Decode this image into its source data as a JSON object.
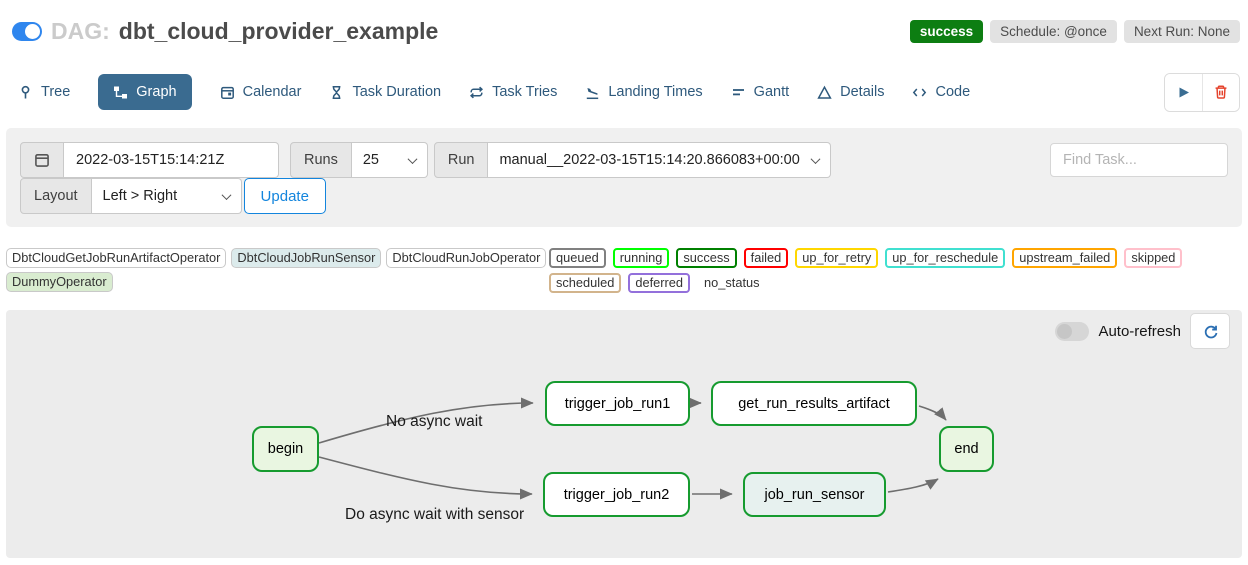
{
  "header": {
    "dag_label": "DAG:",
    "dag_name": "dbt_cloud_provider_example",
    "status_badge": "success",
    "schedule_badge": "Schedule: @once",
    "next_run_badge": "Next Run: None",
    "status_color": "#0d7e12"
  },
  "tabs": [
    {
      "label": "Tree"
    },
    {
      "label": "Graph"
    },
    {
      "label": "Calendar"
    },
    {
      "label": "Task Duration"
    },
    {
      "label": "Task Tries"
    },
    {
      "label": "Landing Times"
    },
    {
      "label": "Gantt"
    },
    {
      "label": "Details"
    },
    {
      "label": "Code"
    }
  ],
  "filters": {
    "date_value": "2022-03-15T15:14:21Z",
    "runs_label": "Runs",
    "runs_value": "25",
    "run_label": "Run",
    "run_value": "manual__2022-03-15T15:14:20.866083+00:00",
    "find_task_placeholder": "Find Task...",
    "layout_label": "Layout",
    "layout_value": "Left > Right",
    "update_label": "Update"
  },
  "legend": {
    "operators": [
      {
        "label": "DbtCloudGetJobRunArtifactOperator",
        "fill": "#ffffff"
      },
      {
        "label": "DbtCloudJobRunSensor",
        "fill": "#dcebec"
      },
      {
        "label": "DbtCloudRunJobOperator",
        "fill": "#ffffff"
      },
      {
        "label": "DummyOperator",
        "fill": "#d9ecd0"
      }
    ],
    "statuses": [
      {
        "label": "queued",
        "color": "#808080"
      },
      {
        "label": "running",
        "color": "#00ff00"
      },
      {
        "label": "success",
        "color": "#008000"
      },
      {
        "label": "failed",
        "color": "#ff0000"
      },
      {
        "label": "up_for_retry",
        "color": "#ffd700"
      },
      {
        "label": "up_for_reschedule",
        "color": "#40e0d0"
      },
      {
        "label": "upstream_failed",
        "color": "#ffa500"
      },
      {
        "label": "skipped",
        "color": "#ffc0cb"
      },
      {
        "label": "scheduled",
        "color": "#d2b48c"
      },
      {
        "label": "deferred",
        "color": "#9370db"
      },
      {
        "label": "no_status",
        "color": "transparent"
      }
    ]
  },
  "graph": {
    "auto_refresh_label": "Auto-refresh",
    "node_border_color": "#169b2f",
    "edge_color": "#6e6e6e",
    "nodes": [
      {
        "id": "begin",
        "label": "begin",
        "fill": "#e9f6e1"
      },
      {
        "id": "trigger_job_run1",
        "label": "trigger_job_run1",
        "fill": "#ffffff"
      },
      {
        "id": "get_run_results_artifact",
        "label": "get_run_results_artifact",
        "fill": "#ffffff"
      },
      {
        "id": "end",
        "label": "end",
        "fill": "#e9f6e1"
      },
      {
        "id": "trigger_job_run2",
        "label": "trigger_job_run2",
        "fill": "#ffffff"
      },
      {
        "id": "job_run_sensor",
        "label": "job_run_sensor",
        "fill": "#e7f1ef"
      }
    ],
    "edge_labels": [
      {
        "text": "No async wait"
      },
      {
        "text": "Do async wait with sensor"
      }
    ]
  }
}
